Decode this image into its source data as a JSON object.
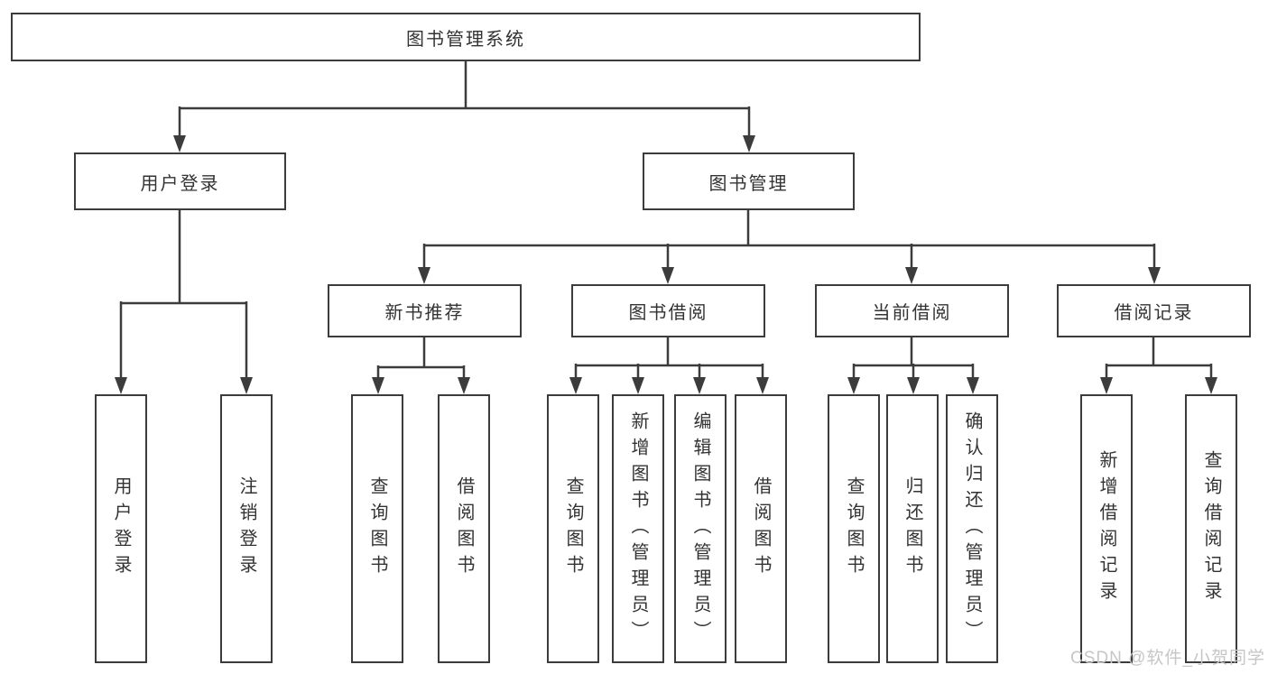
{
  "tree": {
    "root": {
      "label": "图书管理系统",
      "children": [
        {
          "label": "用户登录",
          "children": [
            {
              "label": "用户登录"
            },
            {
              "label": "注销登录"
            }
          ]
        },
        {
          "label": "图书管理",
          "children": [
            {
              "label": "新书推荐",
              "children": [
                {
                  "label": "查询图书"
                },
                {
                  "label": "借阅图书"
                }
              ]
            },
            {
              "label": "图书借阅",
              "children": [
                {
                  "label": "查询图书"
                },
                {
                  "label": "新增图书（管理员）"
                },
                {
                  "label": "编辑图书（管理员）"
                },
                {
                  "label": "借阅图书"
                }
              ]
            },
            {
              "label": "当前借阅",
              "children": [
                {
                  "label": "查询图书"
                },
                {
                  "label": "归还图书"
                },
                {
                  "label": "确认归还（管理员）"
                }
              ]
            },
            {
              "label": "借阅记录",
              "children": [
                {
                  "label": "新增借阅记录"
                },
                {
                  "label": "查询借阅记录"
                }
              ]
            }
          ]
        }
      ]
    }
  },
  "watermark": {
    "text": "CSDN @软件_小贺同学"
  },
  "colors": {
    "line": "#3c3c3c",
    "border": "#3c3c3c",
    "text": "#333333",
    "watermark": "#c6c6c6",
    "background": "#ffffff"
  }
}
